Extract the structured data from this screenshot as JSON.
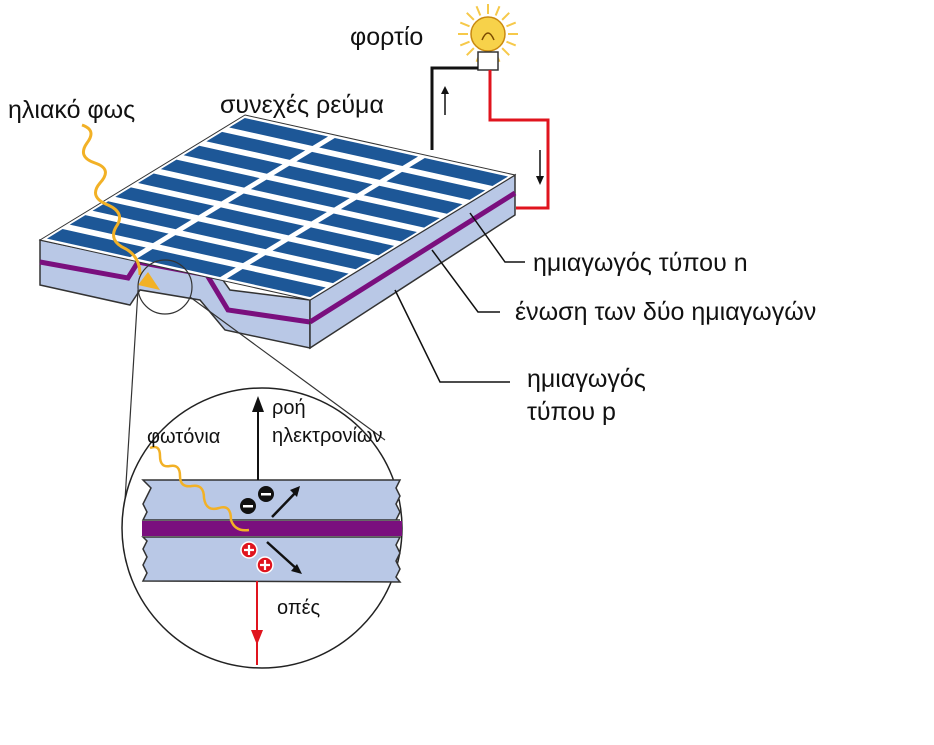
{
  "labels": {
    "load": "φορτίο",
    "sunlight": "ηλιακό φως",
    "direct_current": "συνεχές ρεύμα",
    "n_type": "ημιαγωγός τύπου n",
    "junction": "ένωση των δύο ημιαγωγών",
    "p_type_line1": "ημιαγωγός",
    "p_type_line2": "τύπου p",
    "photons": "φωτόνια",
    "electron_flow_line1": "ροή",
    "electron_flow_line2": "ηλεκτρονίων",
    "holes": "οπές"
  },
  "colors": {
    "cell_blue": "#1d5797",
    "layer_blue": "#b9c8e6",
    "junction_purple": "#7a0f7e",
    "wire_red": "#e0141e",
    "light_yellow": "#f2b126"
  }
}
